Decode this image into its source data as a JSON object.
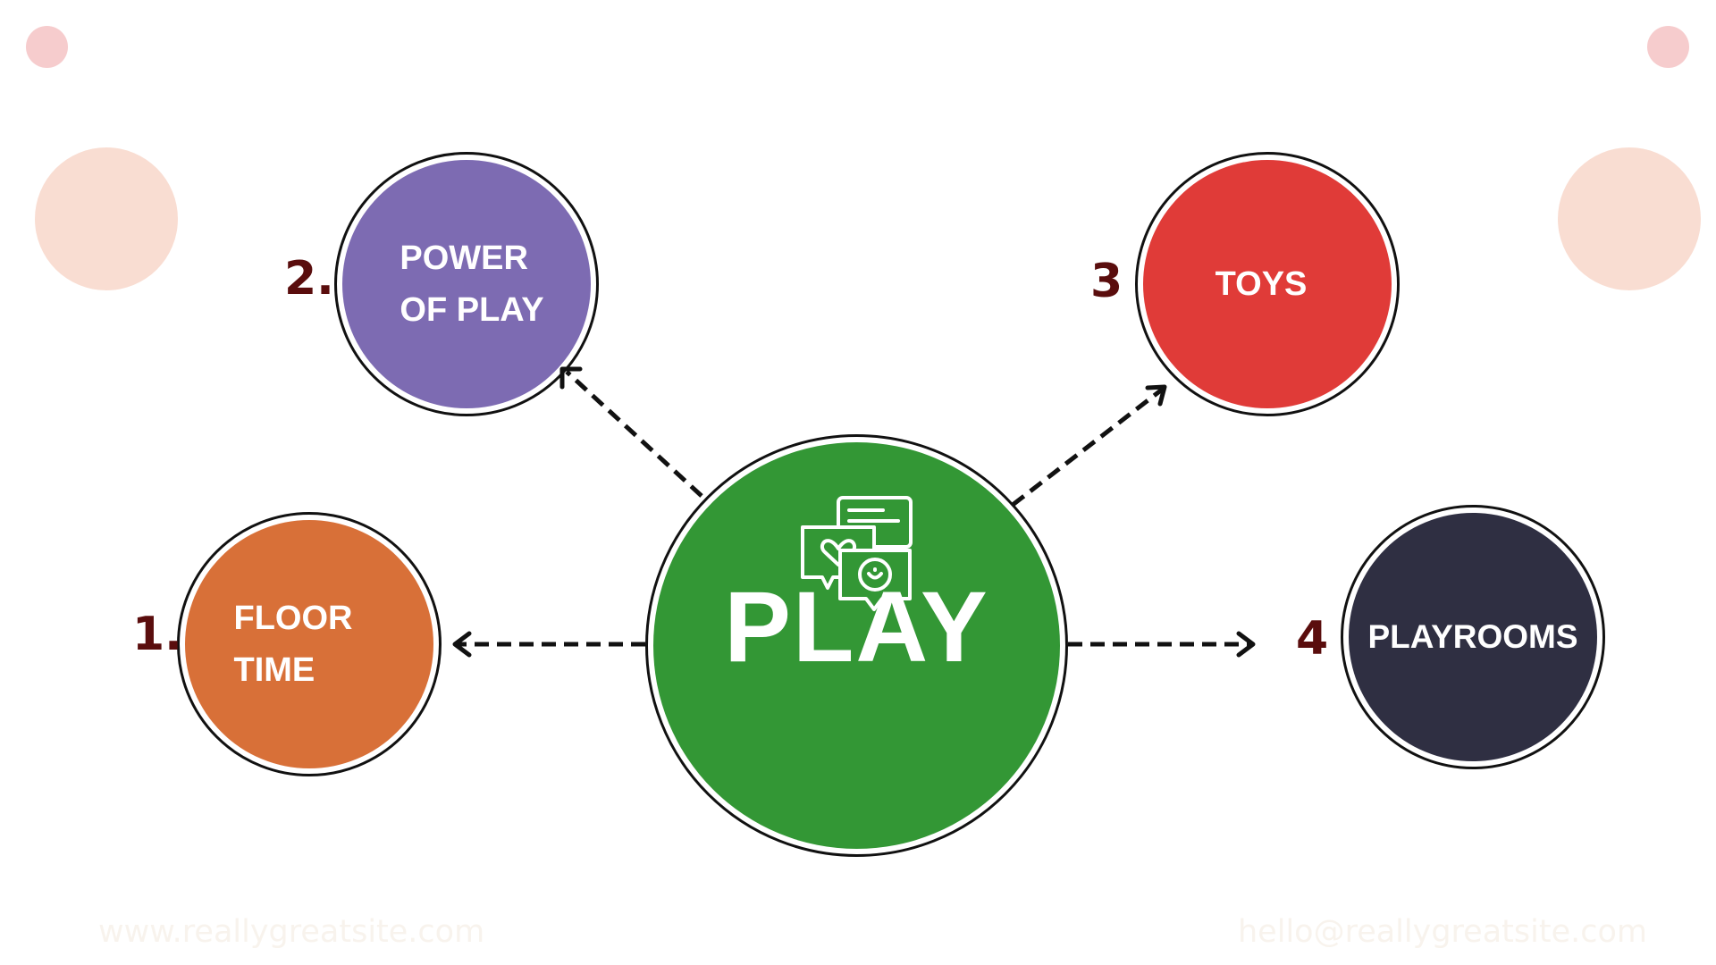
{
  "center": {
    "title": "PLAY",
    "icon": "chat-bubbles-heart-smile-icon",
    "color": "#339735"
  },
  "nodes": [
    {
      "number": "1.",
      "lines": [
        "FLOOR",
        "TIME"
      ],
      "color": "#d87038"
    },
    {
      "number": "2.",
      "lines": [
        "POWER",
        "OF PLAY"
      ],
      "color": "#7d6bb2"
    },
    {
      "number": "3",
      "lines": [
        "TOYS"
      ],
      "color": "#e03b38"
    },
    {
      "number": "4",
      "lines": [
        "PLAYROOMS"
      ],
      "color": "#2f2f42"
    }
  ],
  "footer": {
    "website": "www.reallygreatsite.com",
    "email": "hello@reallygreatsite.com"
  }
}
